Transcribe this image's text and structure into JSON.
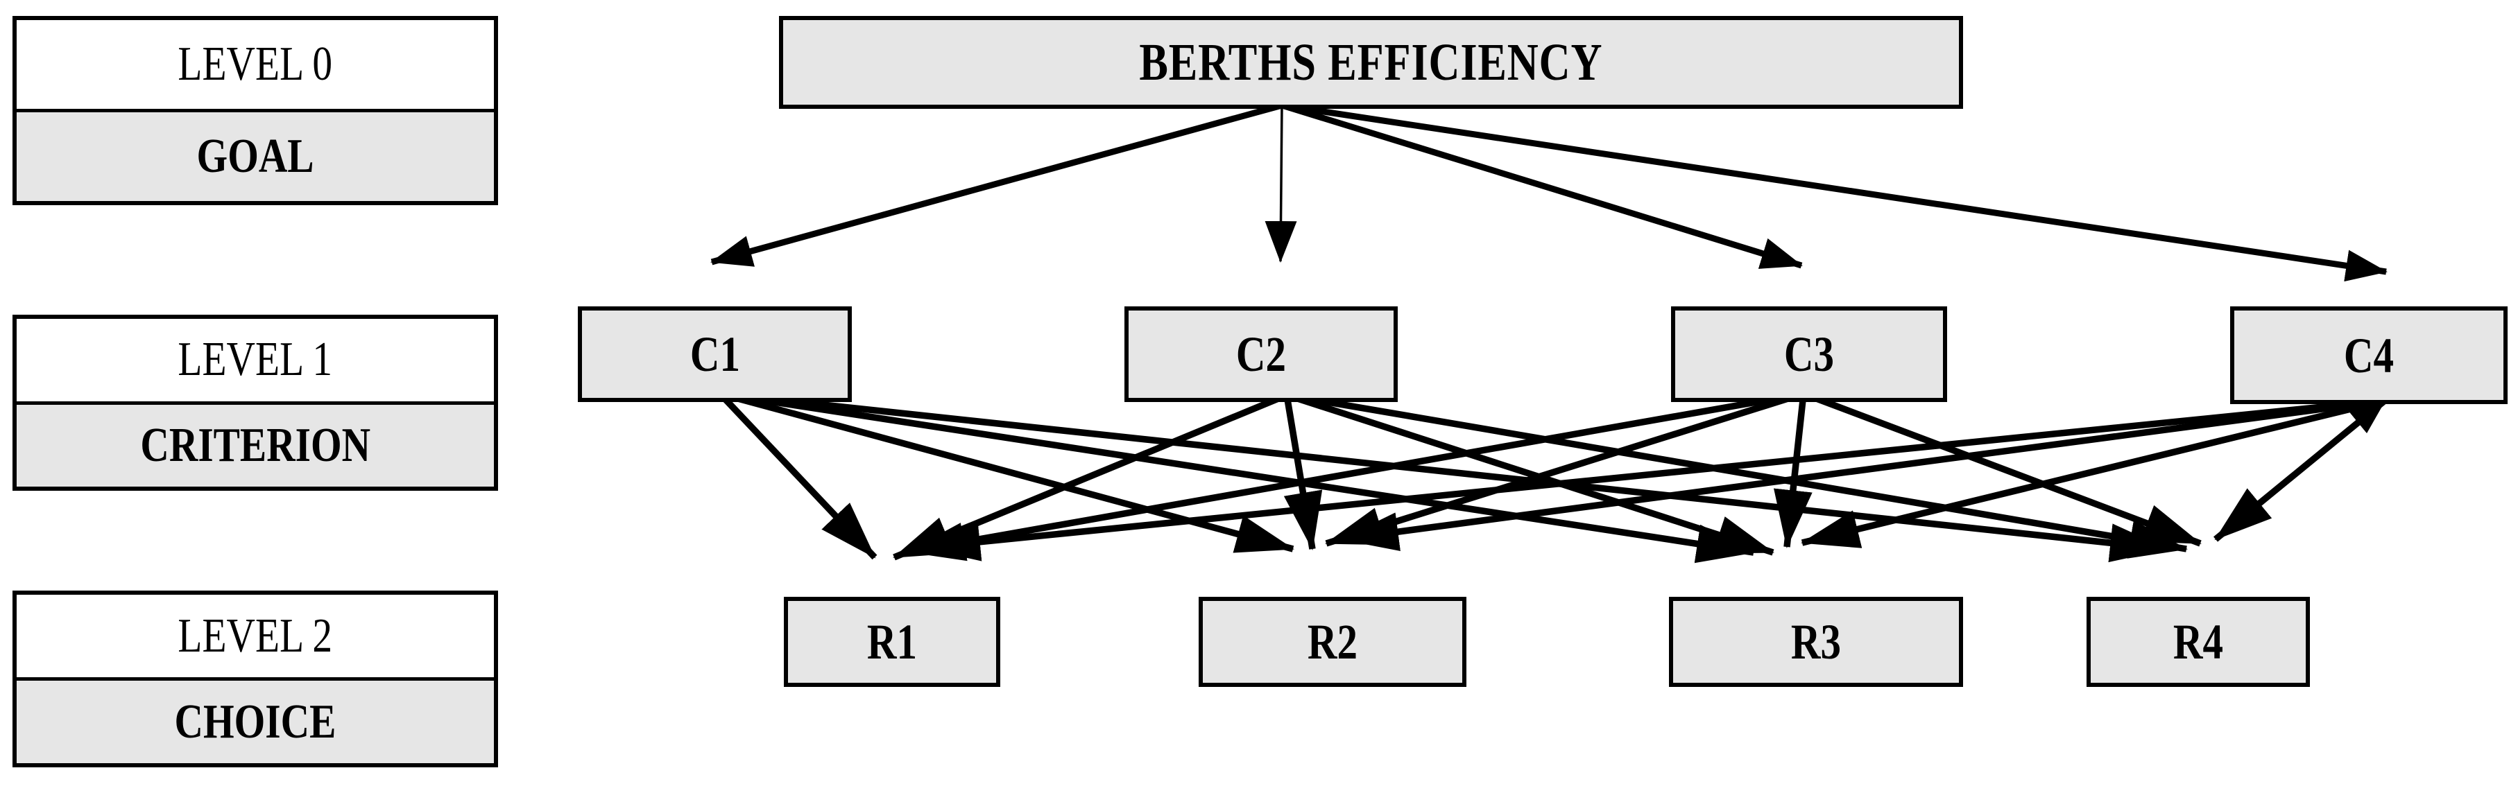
{
  "figure": {
    "goal_label": "BERTHS EFFICIENCY",
    "levels": [
      {
        "level_label": "LEVEL 0",
        "role_label": "GOAL"
      },
      {
        "level_label": "LEVEL 1",
        "role_label": "CRITERION"
      },
      {
        "level_label": "LEVEL 2",
        "role_label": "CHOICE"
      }
    ],
    "criteria": [
      "C1",
      "C2",
      "C3",
      "C4"
    ],
    "choices": [
      "R1",
      "R2",
      "R3",
      "R4"
    ],
    "edges": {
      "goal_to_criteria": [
        "C1",
        "C2",
        "C3",
        "C4"
      ],
      "criteria_to_choices": [
        [
          "C1",
          "R1"
        ],
        [
          "C1",
          "R2"
        ],
        [
          "C1",
          "R3"
        ],
        [
          "C1",
          "R4"
        ],
        [
          "C2",
          "R1"
        ],
        [
          "C2",
          "R2"
        ],
        [
          "C2",
          "R3"
        ],
        [
          "C2",
          "R4"
        ],
        [
          "C3",
          "R1"
        ],
        [
          "C3",
          "R2"
        ],
        [
          "C3",
          "R3"
        ],
        [
          "C3",
          "R4"
        ],
        [
          "C4",
          "R1"
        ],
        [
          "C4",
          "R2"
        ],
        [
          "C4",
          "R3"
        ],
        [
          "C4",
          "R4"
        ]
      ]
    },
    "colors": {
      "background": "#ffffff",
      "box_fill": "#e6e6e6",
      "box_border": "#000000",
      "line": "#000000"
    }
  }
}
